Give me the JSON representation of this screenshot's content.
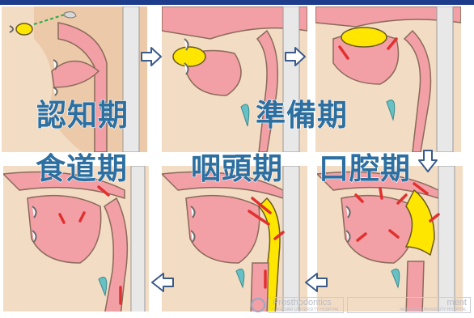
{
  "colors": {
    "topbar": "#1e3c8c",
    "label": "#2c6fa0",
    "skin": "#f3dcc4",
    "pink": "#f2a0a6",
    "bolus": "#ffe600",
    "arrow_red": "#e23030",
    "teal": "#66c0c4",
    "bone": "#e8e8e8"
  },
  "stages": {
    "cognitive": "認知期",
    "preparatory": "準備期",
    "oral": "口腔期",
    "pharyngeal": "咽頭期",
    "esophageal": "食道期"
  },
  "footer": {
    "dept": "Prosthodontics",
    "hospital": "NAGASAKI UNIVERSITY HOSPITAL",
    "dept2": "ment",
    "hospital2": "NAGASAKI UNIVERSITY HOSPITAL"
  }
}
